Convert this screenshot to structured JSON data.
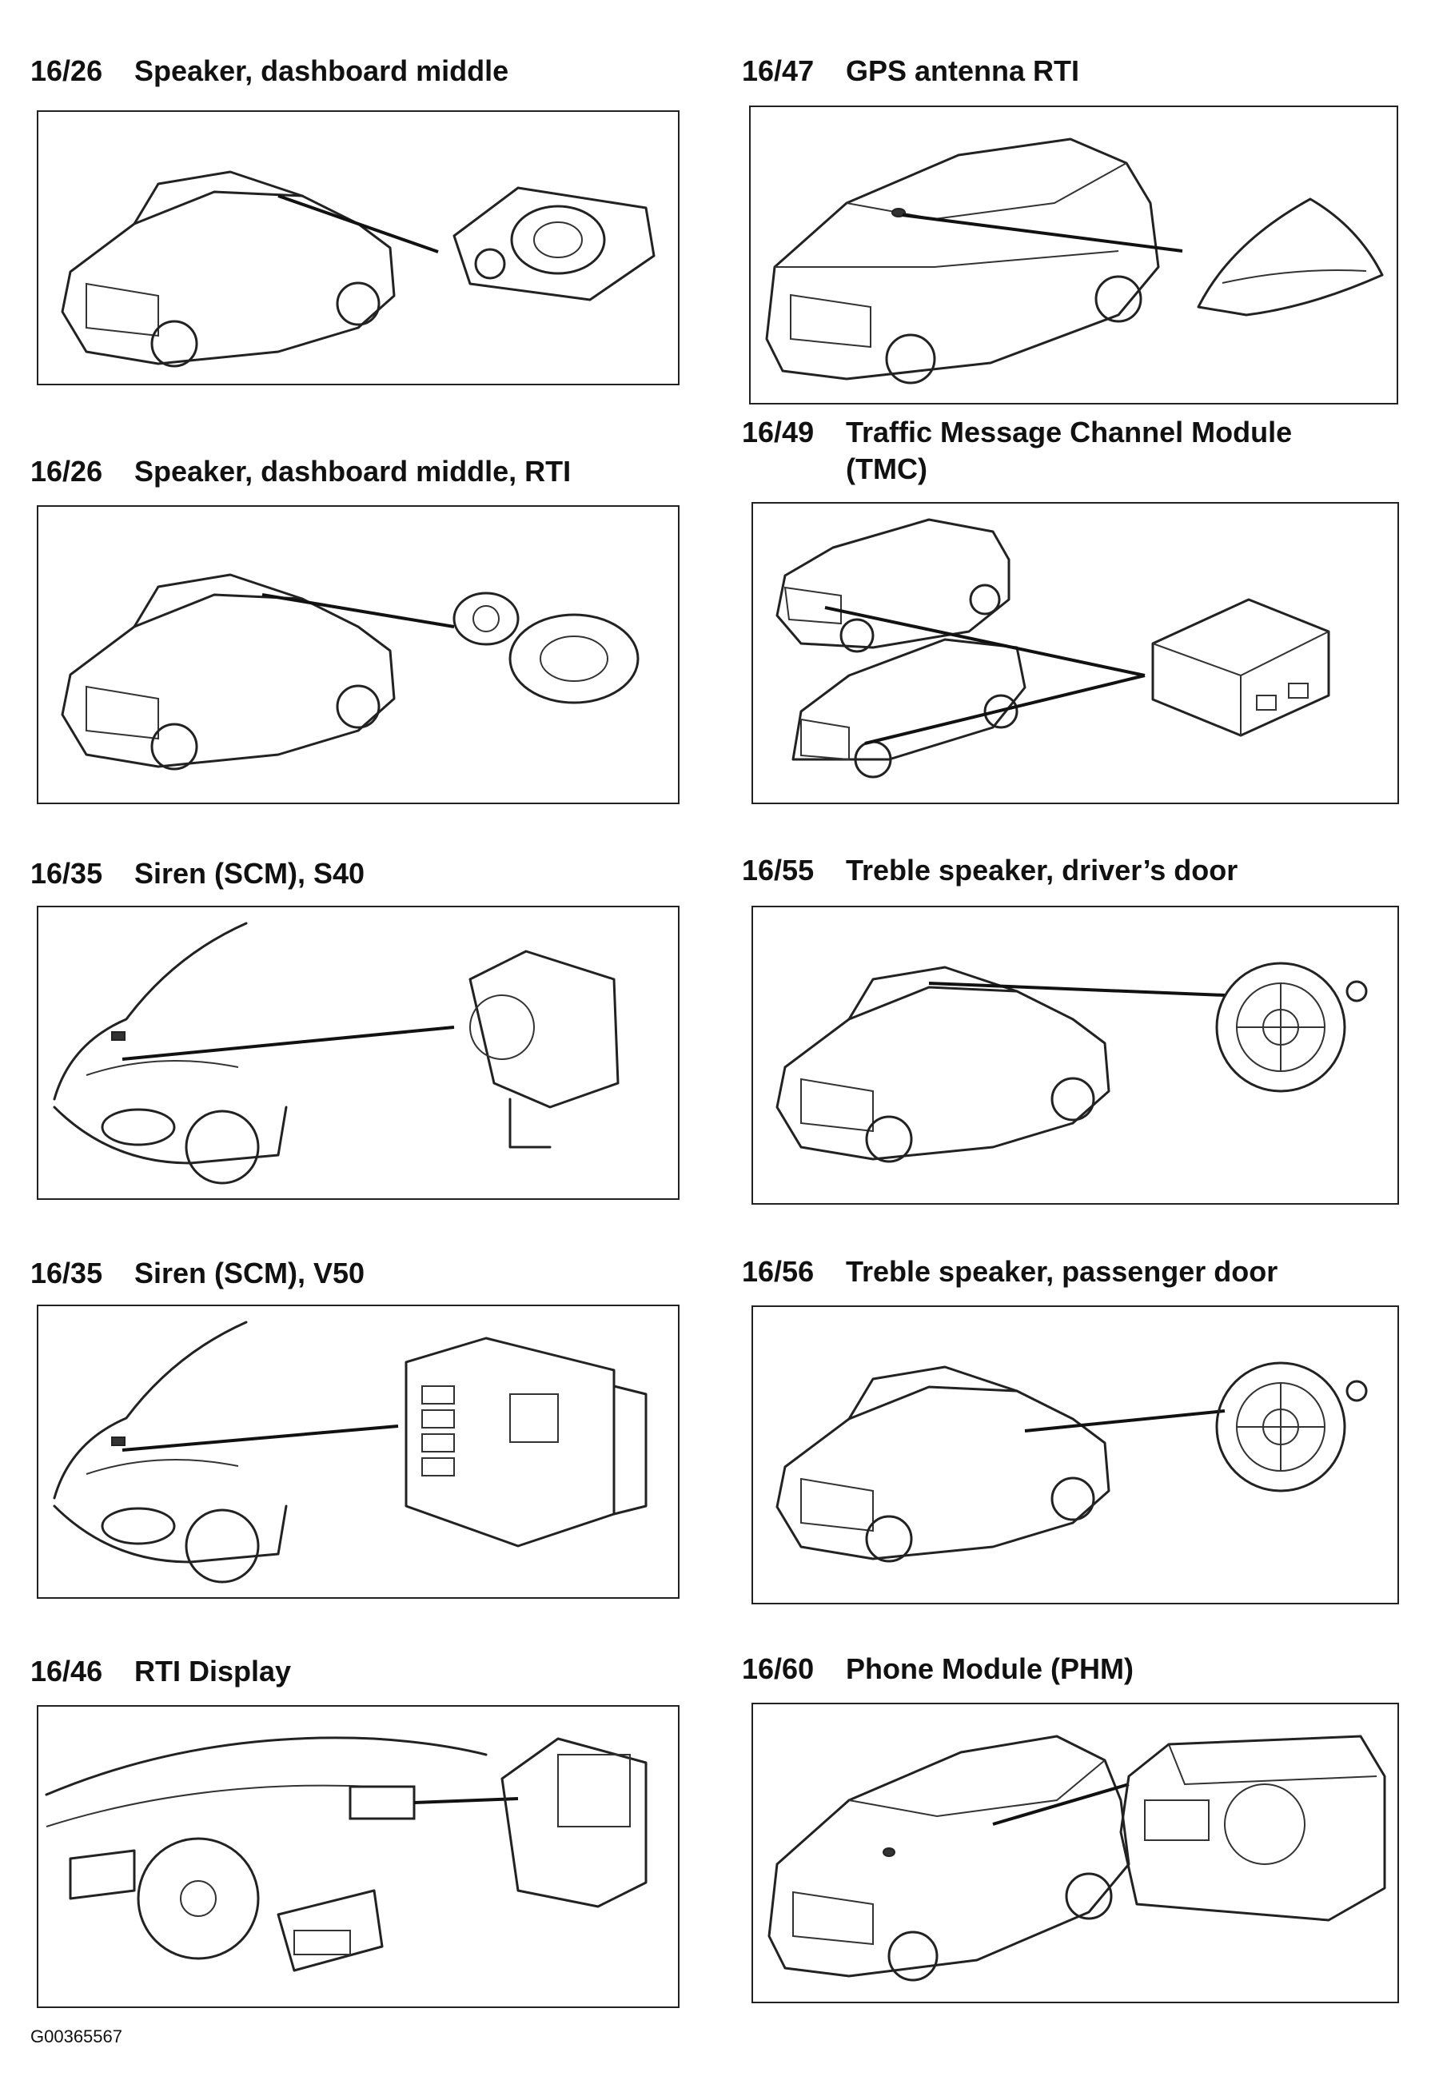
{
  "sections": [
    {
      "code": "16/26",
      "title": "Speaker, dashboard middle",
      "illustration": "car-sedan-speaker-icon"
    },
    {
      "code": "16/26",
      "title": "Speaker, dashboard middle, RTI",
      "illustration": "car-sedan-speaker-icon"
    },
    {
      "code": "16/35",
      "title": "Siren (SCM), S40",
      "illustration": "car-front-siren-icon"
    },
    {
      "code": "16/35",
      "title": "Siren (SCM), V50",
      "illustration": "car-front-siren-icon"
    },
    {
      "code": "16/46",
      "title": "RTI Display",
      "illustration": "dashboard-display-icon"
    },
    {
      "code": "16/47",
      "title": "GPS antenna RTI",
      "illustration": "car-antenna-icon"
    },
    {
      "code": "16/49",
      "title": "Traffic Message Channel Module\n(TMC)",
      "illustration": "two-cars-module-icon"
    },
    {
      "code": "16/55",
      "title": "Treble speaker, driver’s door",
      "illustration": "car-treble-speaker-icon"
    },
    {
      "code": "16/56",
      "title": "Treble speaker, passenger door",
      "illustration": "car-treble-speaker-icon"
    },
    {
      "code": "16/60",
      "title": "Phone Module (PHM)",
      "illustration": "car-phone-module-icon"
    }
  ],
  "footer": {
    "code": "G00365567"
  }
}
